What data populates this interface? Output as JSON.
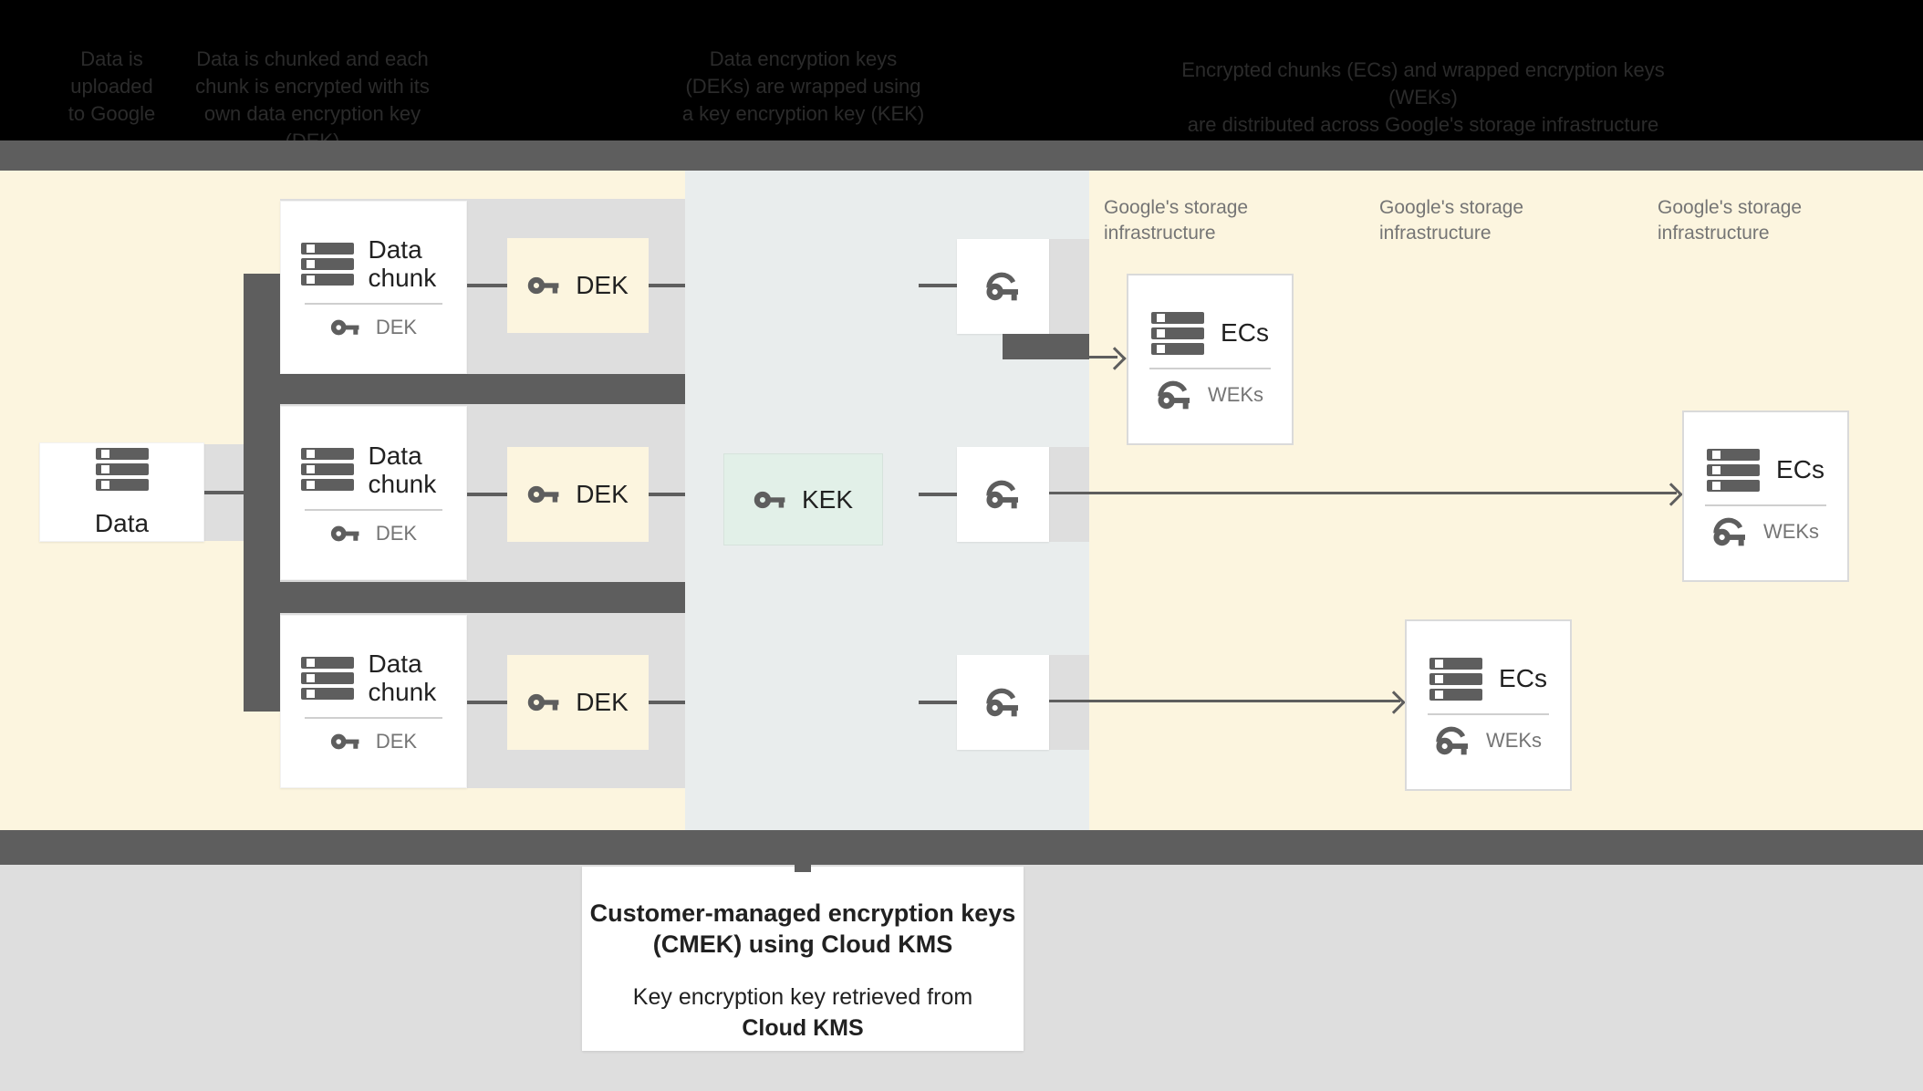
{
  "header": {
    "steps": [
      {
        "lines": [
          "Data is",
          "uploaded",
          "to Google"
        ]
      },
      {
        "lines": [
          "Data is chunked and each",
          "chunk is encrypted with its",
          "own data encryption key (DEK)"
        ]
      },
      {
        "lines": [
          "Data encryption keys",
          "(DEKs) are wrapped using",
          "a key encryption key (KEK)"
        ]
      },
      {
        "lines": [
          "Encrypted chunks (ECs) and wrapped encryption keys (WEKs)",
          "are distributed across Google's storage infrastructure"
        ]
      }
    ]
  },
  "diagram": {
    "data_box": {
      "label": "Data"
    },
    "chunks": [
      {
        "title": "Data chunk",
        "sub_key_label": "DEK",
        "dek_box_label": "DEK"
      },
      {
        "title": "Data chunk",
        "sub_key_label": "DEK",
        "dek_box_label": "DEK"
      },
      {
        "title": "Data chunk",
        "sub_key_label": "DEK",
        "dek_box_label": "DEK"
      }
    ],
    "kek_box": {
      "label": "KEK"
    },
    "storage_labels": [
      {
        "line1": "Google's storage",
        "line2": "infrastructure"
      },
      {
        "line1": "Google's storage",
        "line2": "infrastructure"
      },
      {
        "line1": "Google's storage",
        "line2": "infrastructure"
      }
    ],
    "ec_boxes": [
      {
        "title": "ECs",
        "sub_key_label": "WEKs"
      },
      {
        "title": "ECs",
        "sub_key_label": "WEKs"
      },
      {
        "title": "ECs",
        "sub_key_label": "WEKs"
      }
    ],
    "icons": {
      "data": "database-stack-icon",
      "key": "key-icon",
      "wrapped_key": "wrapped-key-icon"
    }
  },
  "footer": {
    "title_line1": "Customer-managed encryption keys",
    "title_line2": "(CMEK) using Cloud KMS",
    "body_line1": "Key encryption key retrieved from",
    "body_line2": "Cloud KMS"
  },
  "colors": {
    "header_bg": "#000000",
    "header_text": "#2B2B2B",
    "dark_gray": "#5E5E5E",
    "panel_cream": "#FCF5DF",
    "panel_kms": "#E9EDED",
    "strip_gray": "#DEDEDE",
    "kek_green": "#E2F0E8",
    "box_white": "#FFFFFF",
    "border_light": "#DADADA",
    "text_dark": "#212121",
    "text_gray": "#757575",
    "bottom_bg": "#DEDEDE"
  }
}
